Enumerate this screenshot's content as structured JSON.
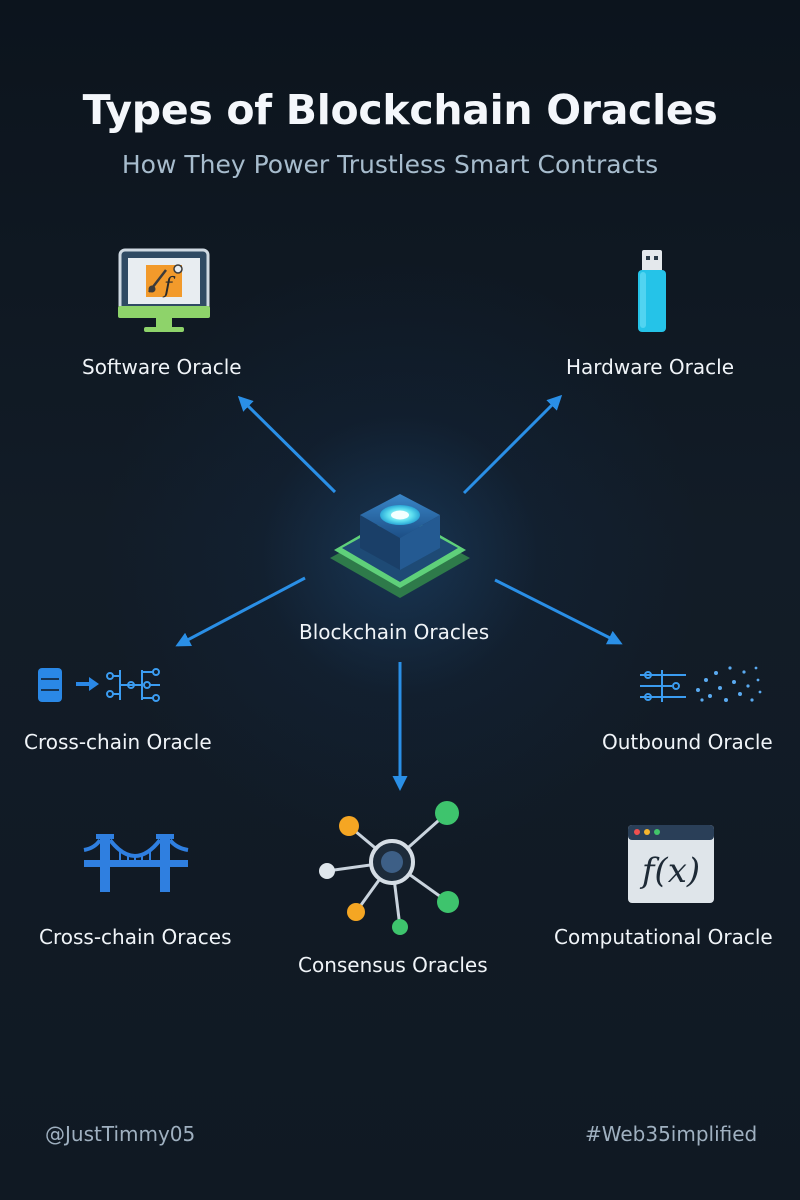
{
  "header": {
    "title": "Types of Blockchain Oracles",
    "subtitle": "How They Power Trustless Smart Contracts"
  },
  "center": {
    "label": "Blockchain Oracles",
    "icon": "blockchain-chip-icon"
  },
  "nodes": {
    "software": {
      "label": "Software Oracle",
      "icon": "computer-monitor-icon"
    },
    "hardware": {
      "label": "Hardware Oracle",
      "icon": "usb-drive-icon"
    },
    "cross_chain": {
      "label": "Cross-chain Oracle",
      "icon": "data-transfer-icon"
    },
    "outbound": {
      "label": "Outbound Oracle",
      "icon": "data-stream-icon"
    },
    "bridge": {
      "label": "Cross-chain Oraces",
      "icon": "bridge-icon"
    },
    "consensus": {
      "label": "Consensus Oracles",
      "icon": "network-nodes-icon"
    },
    "computational": {
      "label": "Computational Oracle",
      "icon": "function-window-icon",
      "glyph": "f(x)"
    }
  },
  "footer": {
    "handle": "@JustTimmy05",
    "hashtag": "#Web35implified"
  },
  "colors": {
    "background": "#0f1823",
    "arrow": "#2a8fe6",
    "accent_green": "#5fd07a",
    "accent_orange": "#f5a623",
    "accent_blue": "#2f7fe0"
  }
}
